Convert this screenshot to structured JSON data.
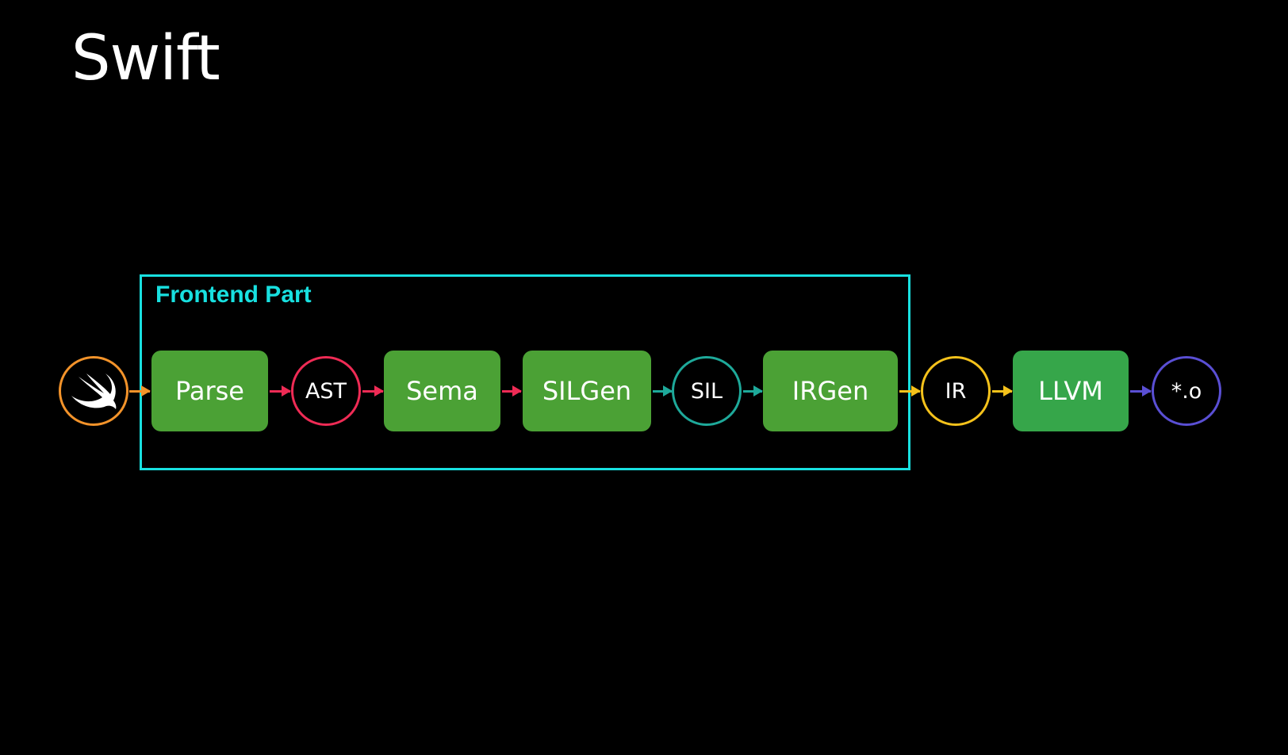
{
  "title": "Swift",
  "frontend": {
    "label": "Frontend Part",
    "border_color": "#18e0e0"
  },
  "pipeline": {
    "source": {
      "icon": "swift-logo-icon",
      "ring_color": "#f3932a"
    },
    "stages": {
      "parse": "Parse",
      "sema": "Sema",
      "silgen": "SILGen",
      "irgen": "IRGen",
      "llvm": "LLVM"
    },
    "artifacts": {
      "ast": {
        "label": "AST",
        "color": "#ef2b55"
      },
      "sil": {
        "label": "SIL",
        "color": "#1ea99a"
      },
      "ir": {
        "label": "IR",
        "color": "#f5c21b"
      },
      "obj": {
        "label": "*.o",
        "color": "#5a4fd4"
      }
    },
    "stage_color": "#4ba135"
  }
}
